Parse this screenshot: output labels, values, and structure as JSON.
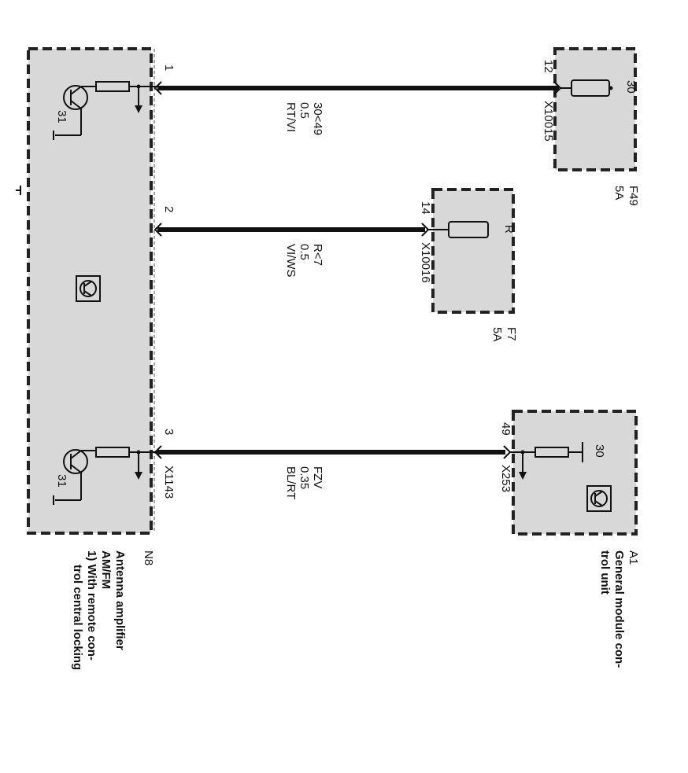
{
  "modules": {
    "n8": {
      "id": "N8",
      "name_lines": [
        "Antenna amplifier",
        "AM/FM"
      ],
      "note_lines": [
        "1) With remote con-",
        "trol central locking"
      ],
      "ground_labels": [
        "31",
        "31"
      ]
    },
    "f49": {
      "id": "F49",
      "rating": "5A",
      "terminal": "30"
    },
    "f7": {
      "id": "F7",
      "rating": "5A",
      "terminal": "R"
    },
    "a1": {
      "id": "A1",
      "name_lines": [
        "General module con-",
        "trol unit"
      ],
      "terminal": "30"
    }
  },
  "wires": [
    {
      "pin_n8": "1",
      "pin_far": "12",
      "connector": "X10015",
      "signal": "30<49",
      "gauge": "0.5",
      "color": "RT/VI"
    },
    {
      "pin_n8": "2",
      "pin_far": "14",
      "connector": "X10016",
      "signal": "R<7",
      "gauge": "0.5",
      "color": "VI/WS"
    },
    {
      "pin_n8": "3",
      "pin_far": "49",
      "connector": "X253",
      "signal": "FZV",
      "gauge": "0.35",
      "color": "BL/RT",
      "n8_connector": "X1143"
    }
  ],
  "icons": [
    "transistor-icon",
    "ground-icon",
    "resistor-icon",
    "fuse-icon",
    "control-unit-icon"
  ]
}
